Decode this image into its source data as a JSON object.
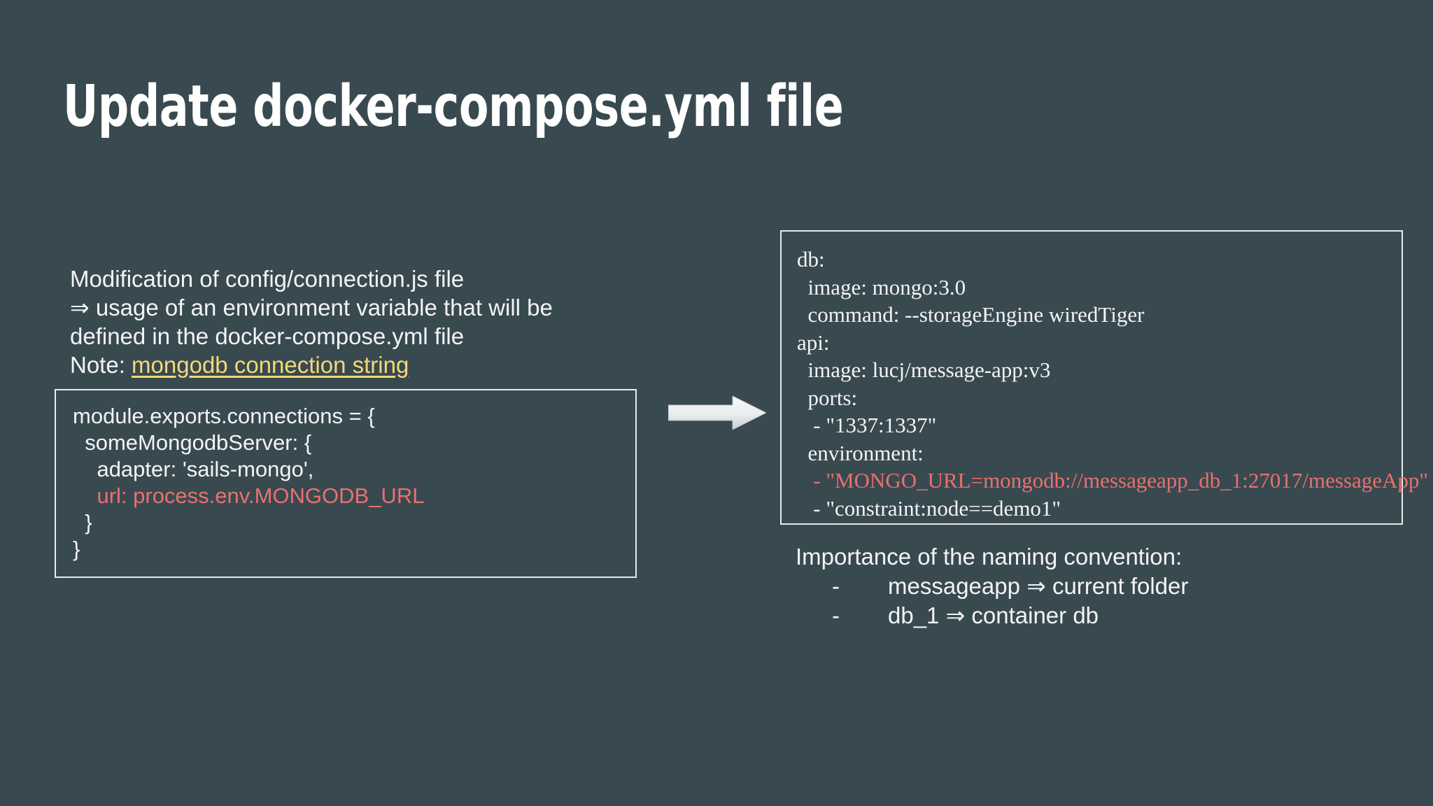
{
  "slide": {
    "title": "Update docker-compose.yml file",
    "background_color": "#394950",
    "text_color": "#F2F4F5",
    "accent_red": "#E8716D",
    "link_yellow": "#F2D879"
  },
  "left": {
    "intro_lines": [
      "Modification of config/connection.js file",
      "⇒ usage of an environment variable that will be",
      "defined in the docker-compose.yml file"
    ],
    "note_label": "Note:",
    "note_link": "mongodb connection string",
    "code_box": {
      "lines": [
        {
          "text": "module.exports.connections = {",
          "color": "white"
        },
        {
          "text": "  someMongodbServer: {",
          "color": "white"
        },
        {
          "text": "    adapter: 'sails-mongo',",
          "color": "white"
        },
        {
          "text": "    url: process.env.MONGODB_URL",
          "color": "red"
        },
        {
          "text": "  }",
          "color": "white"
        },
        {
          "text": "}",
          "color": "white"
        }
      ]
    }
  },
  "arrow": {
    "icon": "right-arrow-icon",
    "direction": "right",
    "color": "#E6E8E9"
  },
  "right": {
    "yaml_box": {
      "lines": [
        {
          "text": "db:",
          "color": "white"
        },
        {
          "text": "  image: mongo:3.0",
          "color": "white"
        },
        {
          "text": "  command: --storageEngine wiredTiger",
          "color": "white"
        },
        {
          "text": "api:",
          "color": "white"
        },
        {
          "text": "  image: lucj/message-app:v3",
          "color": "white"
        },
        {
          "text": "  ports:",
          "color": "white"
        },
        {
          "text": "   - \"1337:1337\"",
          "color": "white"
        },
        {
          "text": "  environment:",
          "color": "white"
        },
        {
          "text": "   - \"MONGO_URL=mongodb://messageapp_db_1:27017/messageApp\"",
          "color": "red"
        },
        {
          "text": "   - \"constraint:node==demo1\"",
          "color": "white"
        }
      ]
    },
    "naming": {
      "title": "Importance of the naming convention:",
      "items": [
        {
          "dash": "-",
          "text": "messageapp ⇒ current folder"
        },
        {
          "dash": "-",
          "text": "db_1 ⇒ container db"
        }
      ]
    }
  }
}
